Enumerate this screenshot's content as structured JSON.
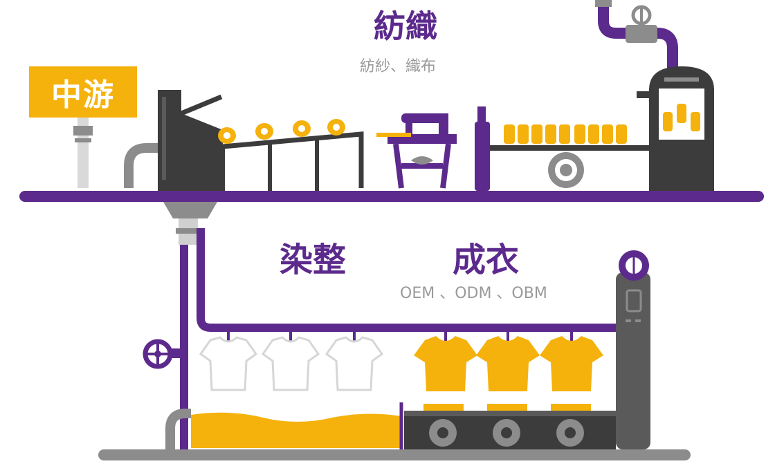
{
  "stage_badge": "中游",
  "sections": {
    "textile": {
      "title": "紡織",
      "subtitle": "紡紗、織布"
    },
    "dyeing": {
      "title": "染整"
    },
    "garment": {
      "title": "成衣",
      "subtitle": "OEM 、ODM 、OBM"
    }
  },
  "colors": {
    "purple": "#5c2a8c",
    "gold": "#f5b20d",
    "dark_gray": "#3c3c3c",
    "mid_gray": "#8c8c8c",
    "light_gray": "#cfcfcf"
  },
  "icons": [
    "pipe",
    "valve-wheel-icon",
    "spinning-machine-icon",
    "sewing-machine-icon",
    "yarn-spool-icon",
    "fabric-roll-icon",
    "boiler-tank-icon",
    "t-shirt-icon",
    "conveyor-roller-icon",
    "control-tower-icon"
  ]
}
